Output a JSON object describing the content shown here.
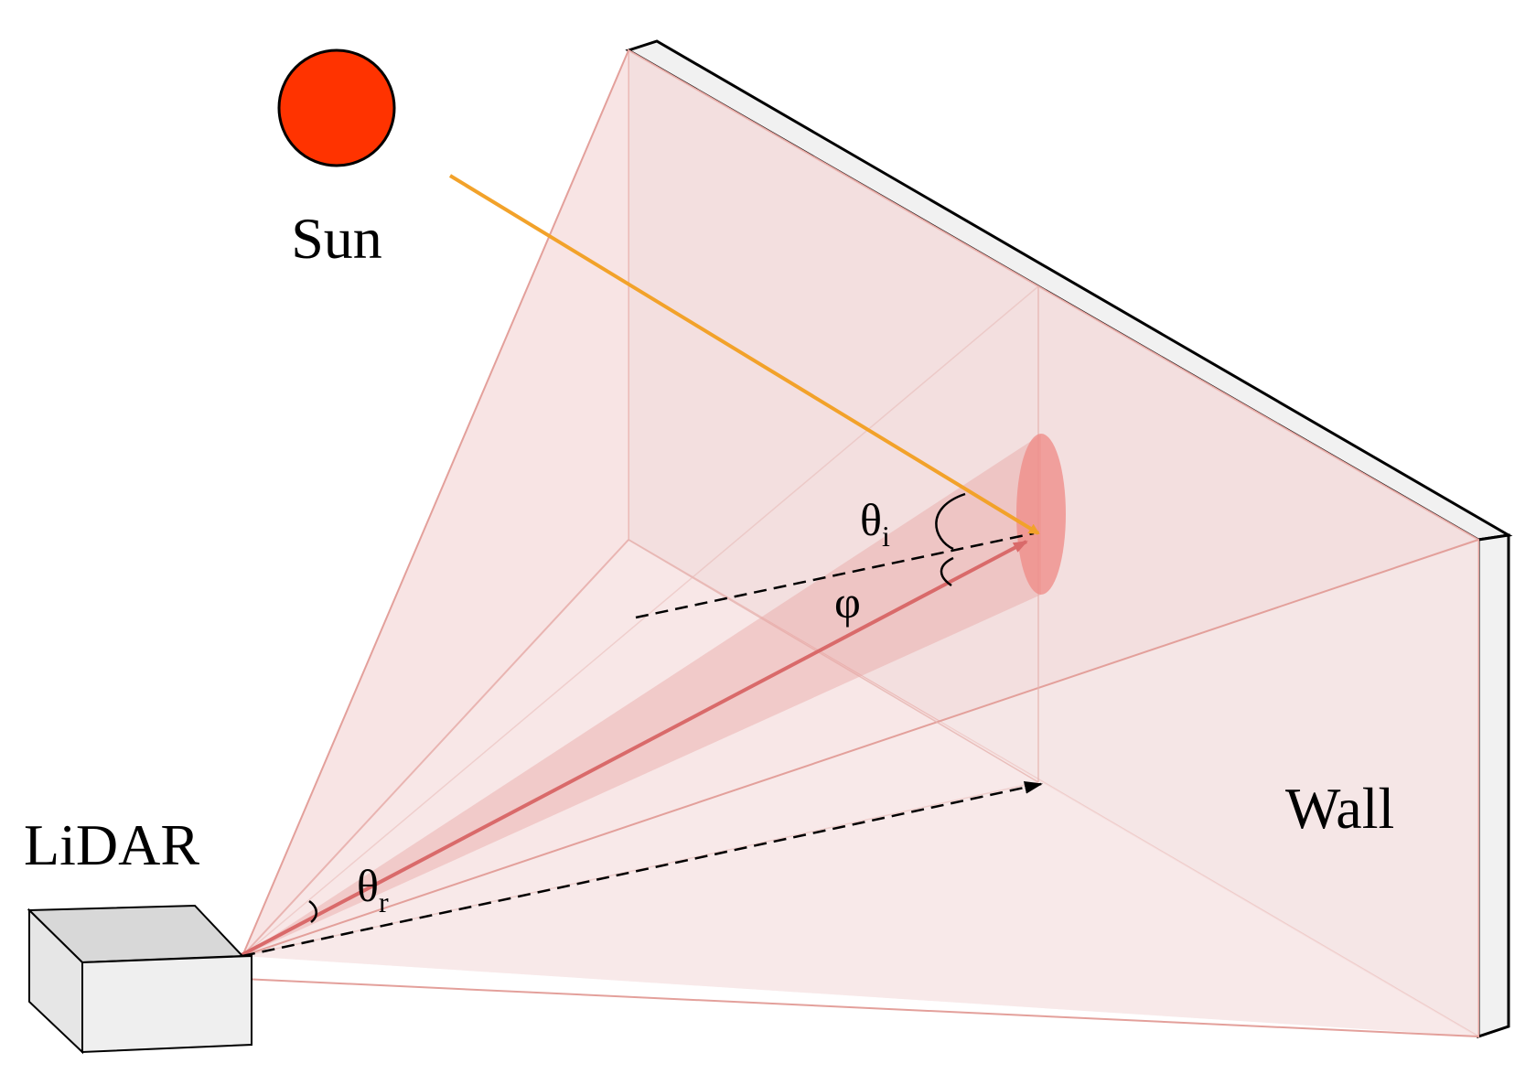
{
  "labels": {
    "sun": "Sun",
    "lidar": "LiDAR",
    "wall": "Wall",
    "theta_i_base": "θ",
    "theta_i_sub": "i",
    "theta_r_base": "θ",
    "theta_r_sub": "r",
    "phi": "φ"
  },
  "colors": {
    "sun_fill": "#ff3300",
    "sun_ray": "#f2a22a",
    "beam": "#d96a6a",
    "frustum_fill": "#f4dada",
    "frustum_edge": "#e3a09b",
    "spot_fill": "#ef8a86",
    "wall_edge": "#000000",
    "box_fill": "#efefef"
  }
}
